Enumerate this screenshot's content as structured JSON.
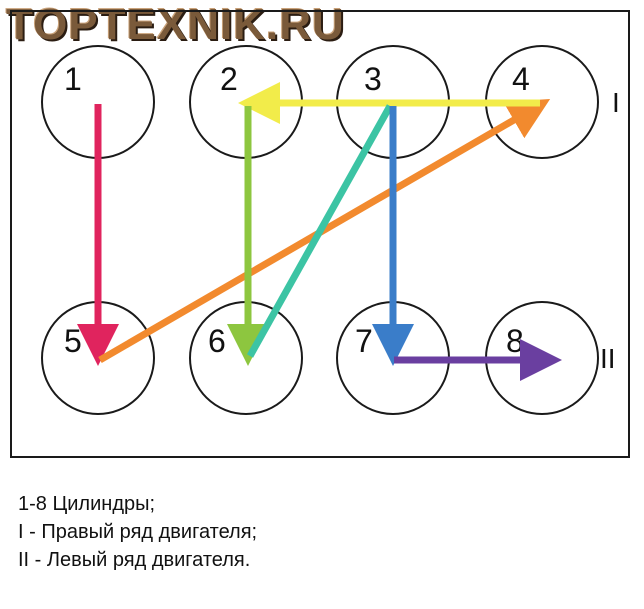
{
  "watermark": "TOPTEXNIK.RU",
  "cylinders": [
    "1",
    "2",
    "3",
    "4",
    "5",
    "6",
    "7",
    "8"
  ],
  "rows": {
    "right": "I",
    "left": "II"
  },
  "legend": [
    "1-8 Цилиндры;",
    "I - Правый ряд двигателя;",
    "II - Левый ряд двигателя."
  ],
  "firing_order": [
    "1",
    "5",
    "4",
    "2",
    "6",
    "3",
    "7",
    "8"
  ],
  "colors": {
    "arrow_1_5": "#e0245e",
    "arrow_5_4": "#f28a2e",
    "arrow_4_2": "#f2ec4a",
    "arrow_2_6": "#8dc63f",
    "arrow_6_3": "#3cc4a4",
    "arrow_3_7": "#3a7dc9",
    "arrow_7_8": "#6a3fa0",
    "outline": "#1a1a1a"
  }
}
